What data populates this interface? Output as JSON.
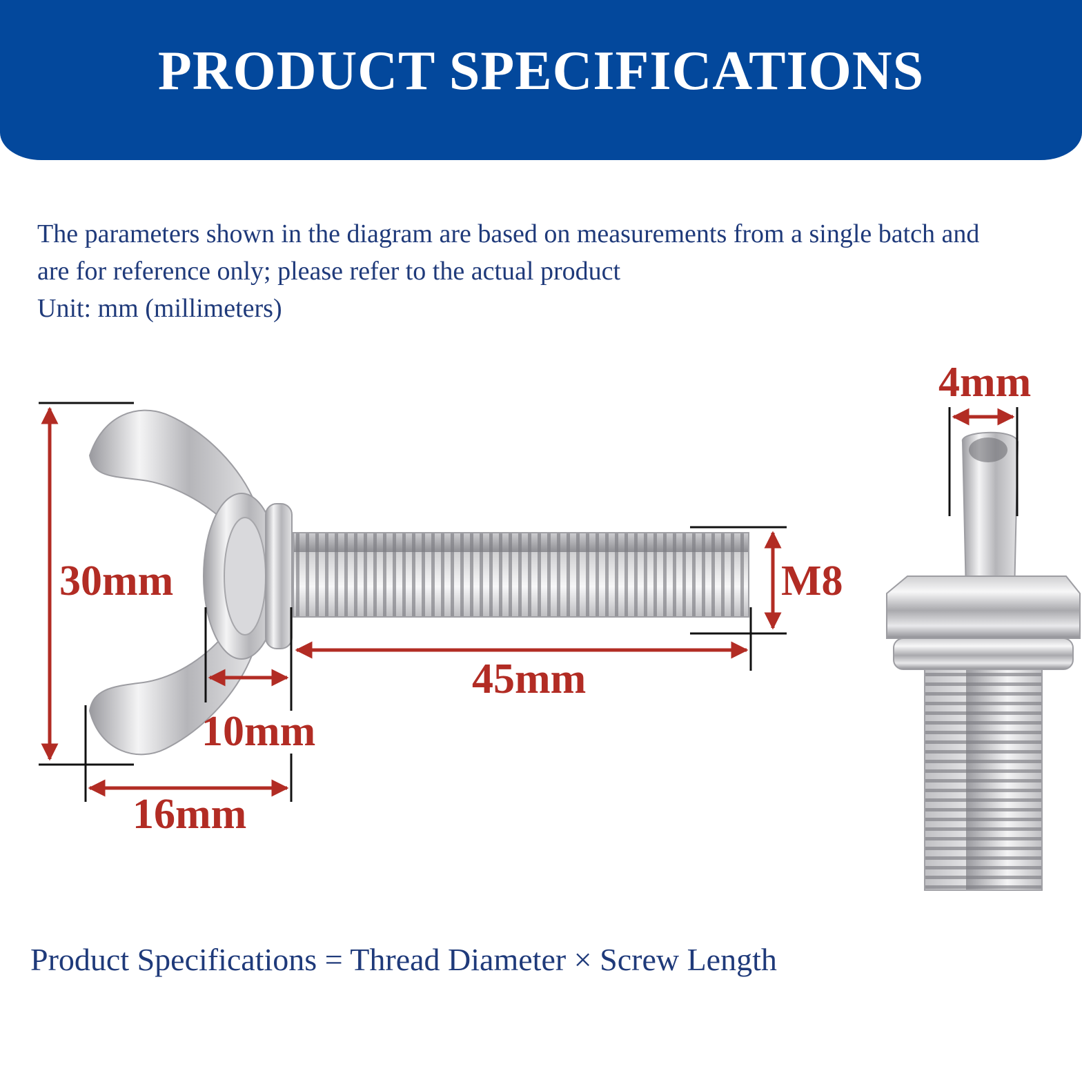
{
  "header": {
    "title": "PRODUCT SPECIFICATIONS"
  },
  "notes": {
    "line1": "The parameters shown in the diagram are based on measurements from a single batch and",
    "line2": "are for reference only; please refer to the actual product",
    "line3": "Unit: mm (millimeters)"
  },
  "dimensions": {
    "wing_height": "30mm",
    "nut_width": "10mm",
    "wing_span": "16mm",
    "screw_length": "45mm",
    "thread_size": "M8",
    "wing_thickness": "4mm"
  },
  "formula": "Product Specifications = Thread Diameter × Screw Length",
  "colors": {
    "banner": "#03489c",
    "dimension": "#b22c24",
    "note_text": "#1f3a7a"
  }
}
